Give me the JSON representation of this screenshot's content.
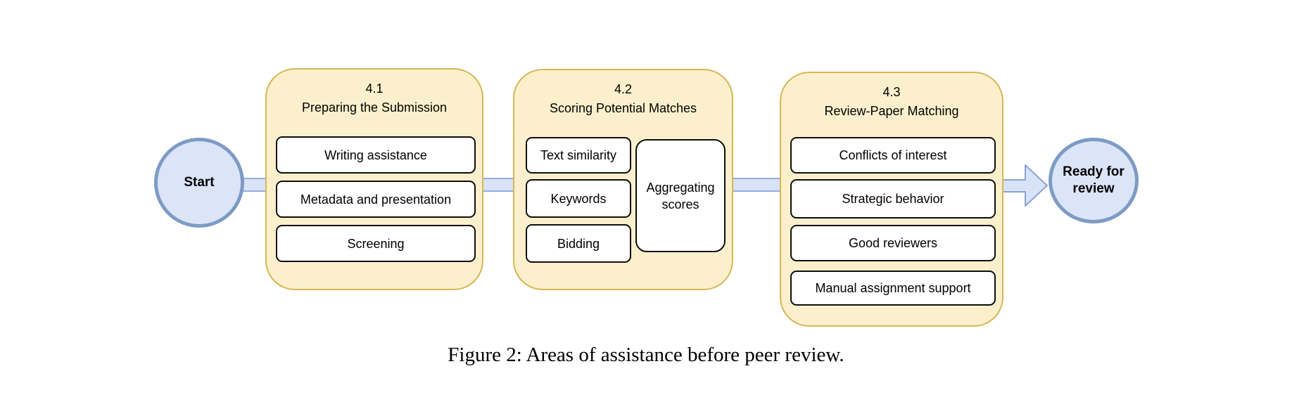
{
  "figure": {
    "caption": "Figure 2: Areas of assistance before peer review."
  },
  "diagram": {
    "start_label": "Start",
    "end_label": "Ready for review",
    "groups": [
      {
        "number": "4.1",
        "title": "Preparing the Submission",
        "items": [
          "Writing assistance",
          "Metadata and presentation",
          "Screening"
        ]
      },
      {
        "number": "4.2",
        "title": "Scoring Potential Matches",
        "items": [
          "Text similarity",
          "Keywords",
          "Bidding"
        ],
        "aggregate_label": "Aggregating scores"
      },
      {
        "number": "4.3",
        "title": "Review-Paper Matching",
        "items": [
          "Conflicts of interest",
          "Strategic behavior",
          "Good reviewers",
          "Manual assignment support"
        ]
      }
    ],
    "colors": {
      "group_fill": "#FCF0CC",
      "group_stroke": "#D6B656",
      "node_fill": "#DBE5F7",
      "node_stroke": "#7D9BC5",
      "connector_fill": "#D9E3F7",
      "connector_stroke": "#97AED9",
      "item_fill": "#FFFFFF",
      "item_stroke": "#0D0D0D"
    }
  }
}
